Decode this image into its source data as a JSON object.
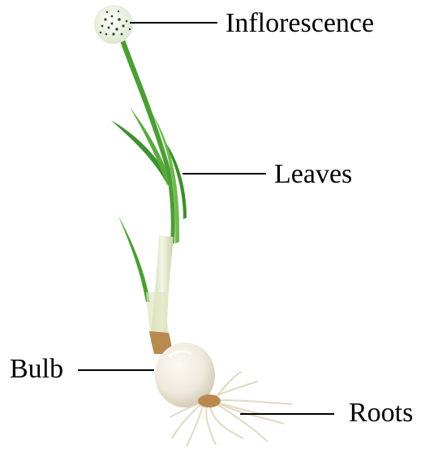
{
  "labels": {
    "inflorescence": "Inflorescence",
    "leaves": "Leaves",
    "bulb": "Bulb",
    "roots": "Roots"
  },
  "colors": {
    "leaf": "#3f9a2e",
    "leaf_light": "#7cc35a",
    "stem": "#e6ecd2",
    "bulb": "#efeadf",
    "bulb_shadow": "#d8d0bd",
    "root": "#e4dccb",
    "root_base": "#b9894f",
    "flower": "#f4f6ee",
    "flower_dots": "#2e4a22",
    "leader_line": "#000000"
  }
}
